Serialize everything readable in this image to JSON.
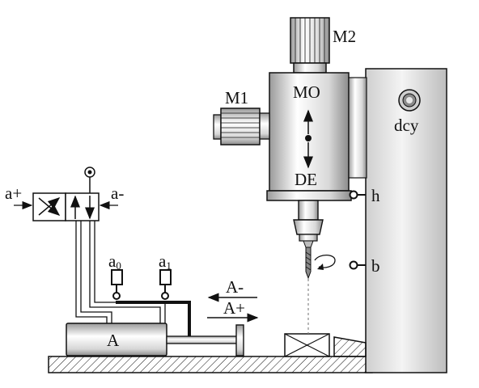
{
  "labels": {
    "motor_m2": "M2",
    "motor_m1": "M1",
    "head_top": "MO",
    "head_bottom": "DE",
    "column_switch": "dcy",
    "sensor_h": "h",
    "sensor_b": "b",
    "valve_plus": "a+",
    "valve_minus": "a-",
    "cylinder": "A",
    "sensor_a0_base": "a",
    "sensor_a0_sub": "0",
    "sensor_a1_base": "a",
    "sensor_a1_sub": "1",
    "arrow_retract": "A-",
    "arrow_extend": "A+"
  },
  "colors": {
    "stroke": "#111111",
    "light_gray": "#ececec",
    "mid_gray": "#cfcfcf",
    "dark_gray": "#8a8a8a"
  }
}
